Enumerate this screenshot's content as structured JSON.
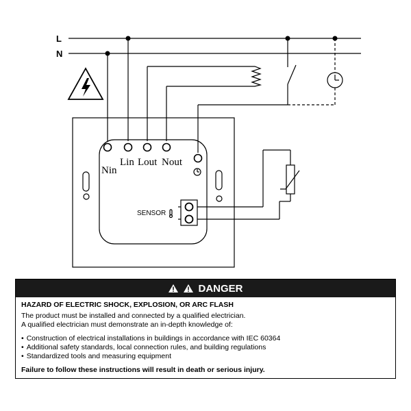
{
  "diagram": {
    "line_labels": {
      "live": "L",
      "neutral": "N"
    },
    "terminals": {
      "nin": "Nin",
      "lin": "Lin",
      "lout": "Lout",
      "nout": "Nout"
    },
    "sensor_label": "SENSOR",
    "icons": [
      "hazard-voltage-icon",
      "clock-icon",
      "switch-symbol",
      "resistor-heater-symbol",
      "thermistor-symbol",
      "sensor-probe-icon"
    ]
  },
  "danger": {
    "header": "DANGER",
    "heading": "HAZARD OF ELECTRIC SHOCK, EXPLOSION, OR ARC FLASH",
    "intro_line1": "The product must be installed and connected by a qualified electrician.",
    "intro_line2": "A qualified electrician must demonstrate an in-depth knowledge of:",
    "bullets": [
      "Construction of electrical installations in buildings in accordance with IEC 60364",
      "Additional safety standards, local connection rules, and building regulations",
      "Standardized tools and measuring equipment"
    ],
    "footer": "Failure to follow these instructions will result in death or serious injury.",
    "colors": {
      "header_bg": "#1a1a1a",
      "header_text": "#ffffff"
    }
  }
}
